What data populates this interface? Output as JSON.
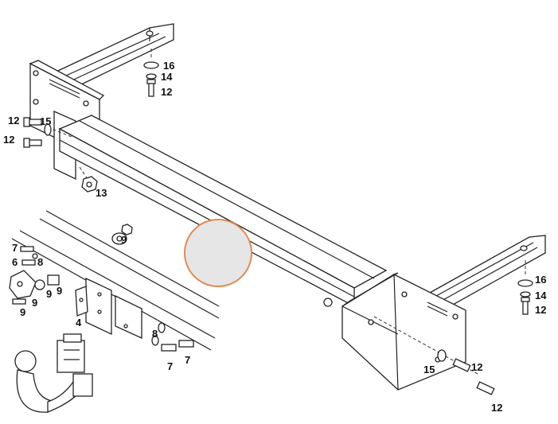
{
  "diagram": {
    "colors": {
      "line": "#222222",
      "background": "#ffffff",
      "circle_fill": "#e6e6e6",
      "circle_stroke": "#e08a55"
    },
    "part_labels": [
      {
        "key": "p16a",
        "text": "16"
      },
      {
        "key": "p14a",
        "text": "14"
      },
      {
        "key": "p12a",
        "text": "12"
      },
      {
        "key": "p12b",
        "text": "12"
      },
      {
        "key": "p15a",
        "text": "15"
      },
      {
        "key": "p12c",
        "text": "12"
      },
      {
        "key": "p13",
        "text": "13"
      },
      {
        "key": "p9a",
        "text": "9"
      },
      {
        "key": "p7a",
        "text": "7"
      },
      {
        "key": "p8a",
        "text": "8"
      },
      {
        "key": "p6",
        "text": "6"
      },
      {
        "key": "p9b",
        "text": "9"
      },
      {
        "key": "p9c",
        "text": "9"
      },
      {
        "key": "p9d",
        "text": "9"
      },
      {
        "key": "p9e",
        "text": "9"
      },
      {
        "key": "p4",
        "text": "4"
      },
      {
        "key": "p8b",
        "text": "8"
      },
      {
        "key": "p7b",
        "text": "7"
      },
      {
        "key": "p7c",
        "text": "7"
      },
      {
        "key": "p16b",
        "text": "16"
      },
      {
        "key": "p14b",
        "text": "14"
      },
      {
        "key": "p12d",
        "text": "12"
      },
      {
        "key": "p15b",
        "text": "15"
      },
      {
        "key": "p12e",
        "text": "12"
      },
      {
        "key": "p12f",
        "text": "12"
      }
    ]
  }
}
